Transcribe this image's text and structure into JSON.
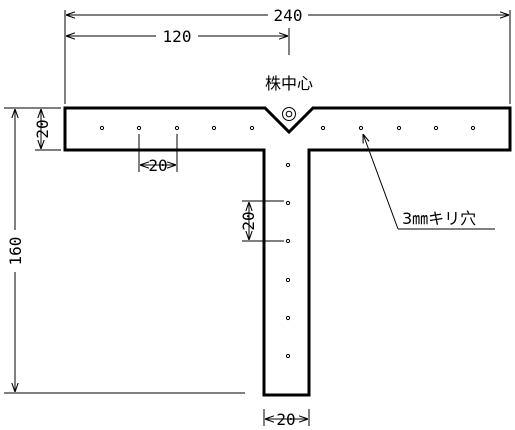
{
  "diagram": {
    "dimensions": {
      "overall_width": "240",
      "half_width": "120",
      "height": "160",
      "arm_thickness": "20",
      "stem_width": "20",
      "arm_hole_pitch": "20",
      "stem_hole_pitch": "20"
    },
    "labels": {
      "center_mark": "株中心",
      "hole_spec": "3㎜キリ穴"
    }
  }
}
